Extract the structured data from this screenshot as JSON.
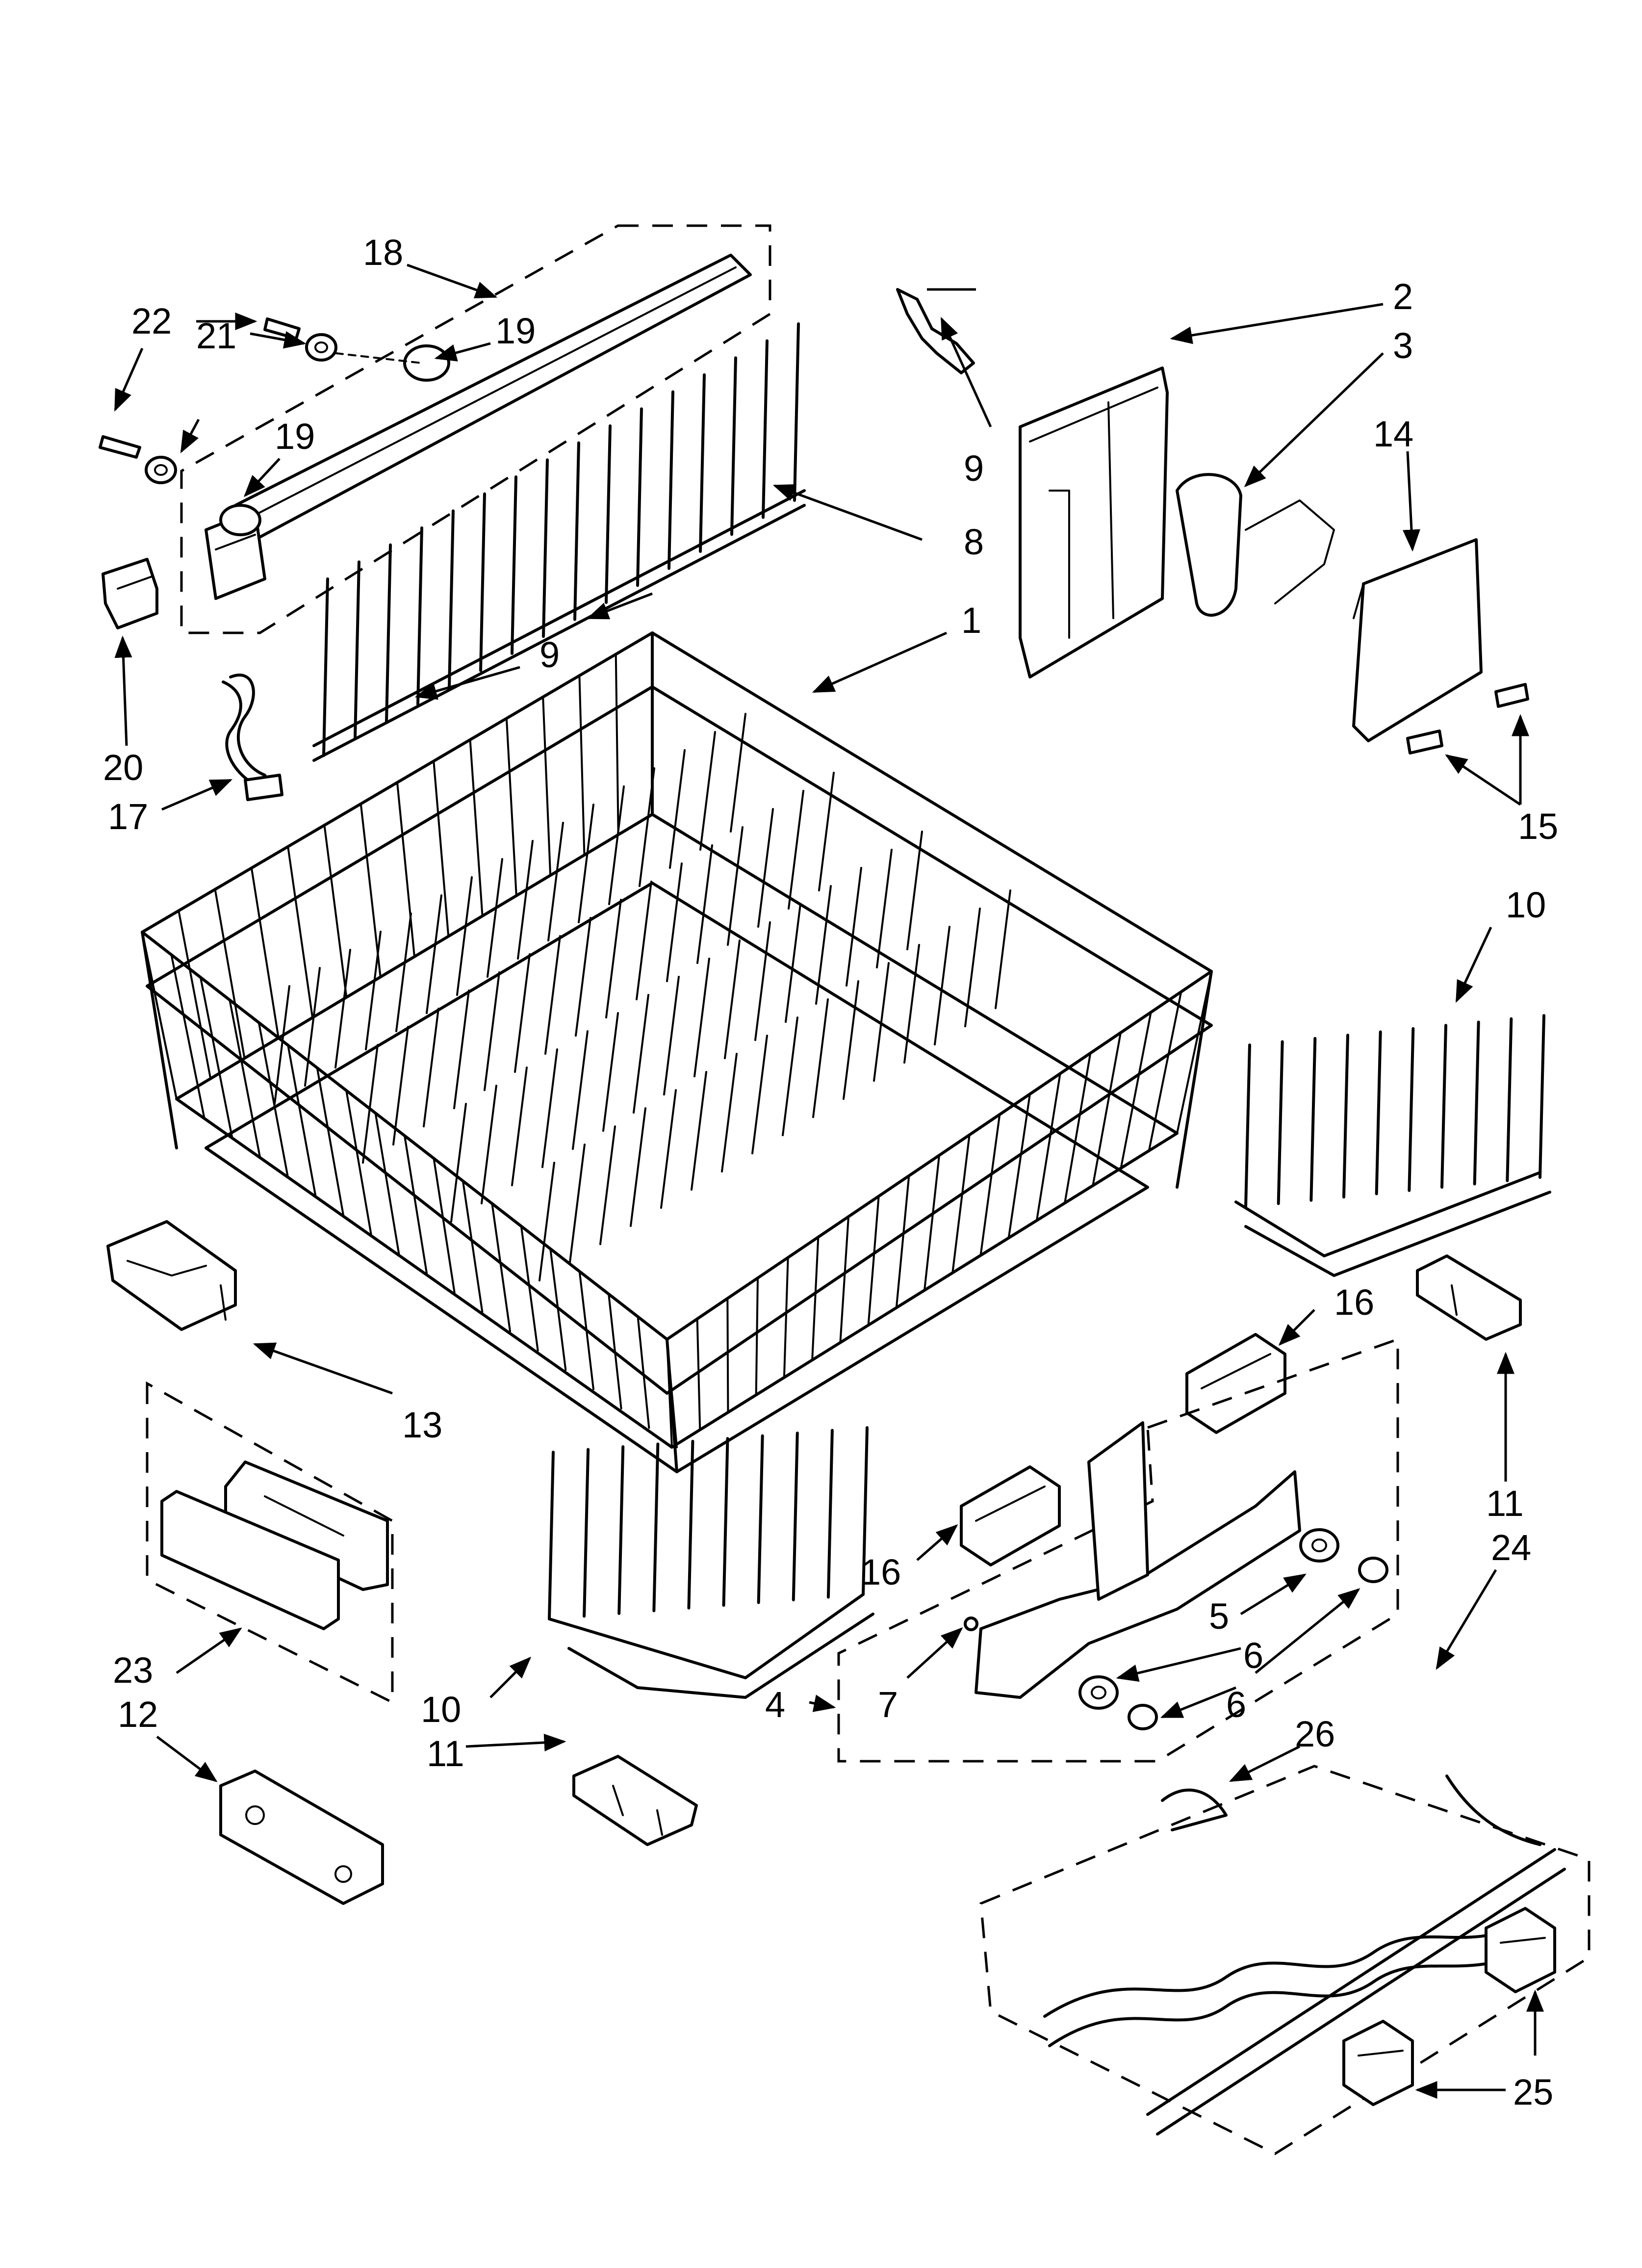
{
  "callouts": {
    "c1": "1",
    "c2": "2",
    "c3": "3",
    "c4": "4",
    "c5": "5",
    "c6a": "6",
    "c6b": "6",
    "c7": "7",
    "c8": "8",
    "c9a": "9",
    "c9b": "9",
    "c10a": "10",
    "c10b": "10",
    "c11a": "11",
    "c11b": "11",
    "c12": "12",
    "c13": "13",
    "c14": "14",
    "c15": "15",
    "c16a": "16",
    "c16b": "16",
    "c17": "17",
    "c18": "18",
    "c19a": "19",
    "c19b": "19",
    "c20": "20",
    "c21": "21",
    "c22": "22",
    "c23": "23",
    "c24": "24",
    "c25": "25",
    "c26": "26"
  },
  "colors": {
    "line": "#000000",
    "background": "#ffffff"
  }
}
